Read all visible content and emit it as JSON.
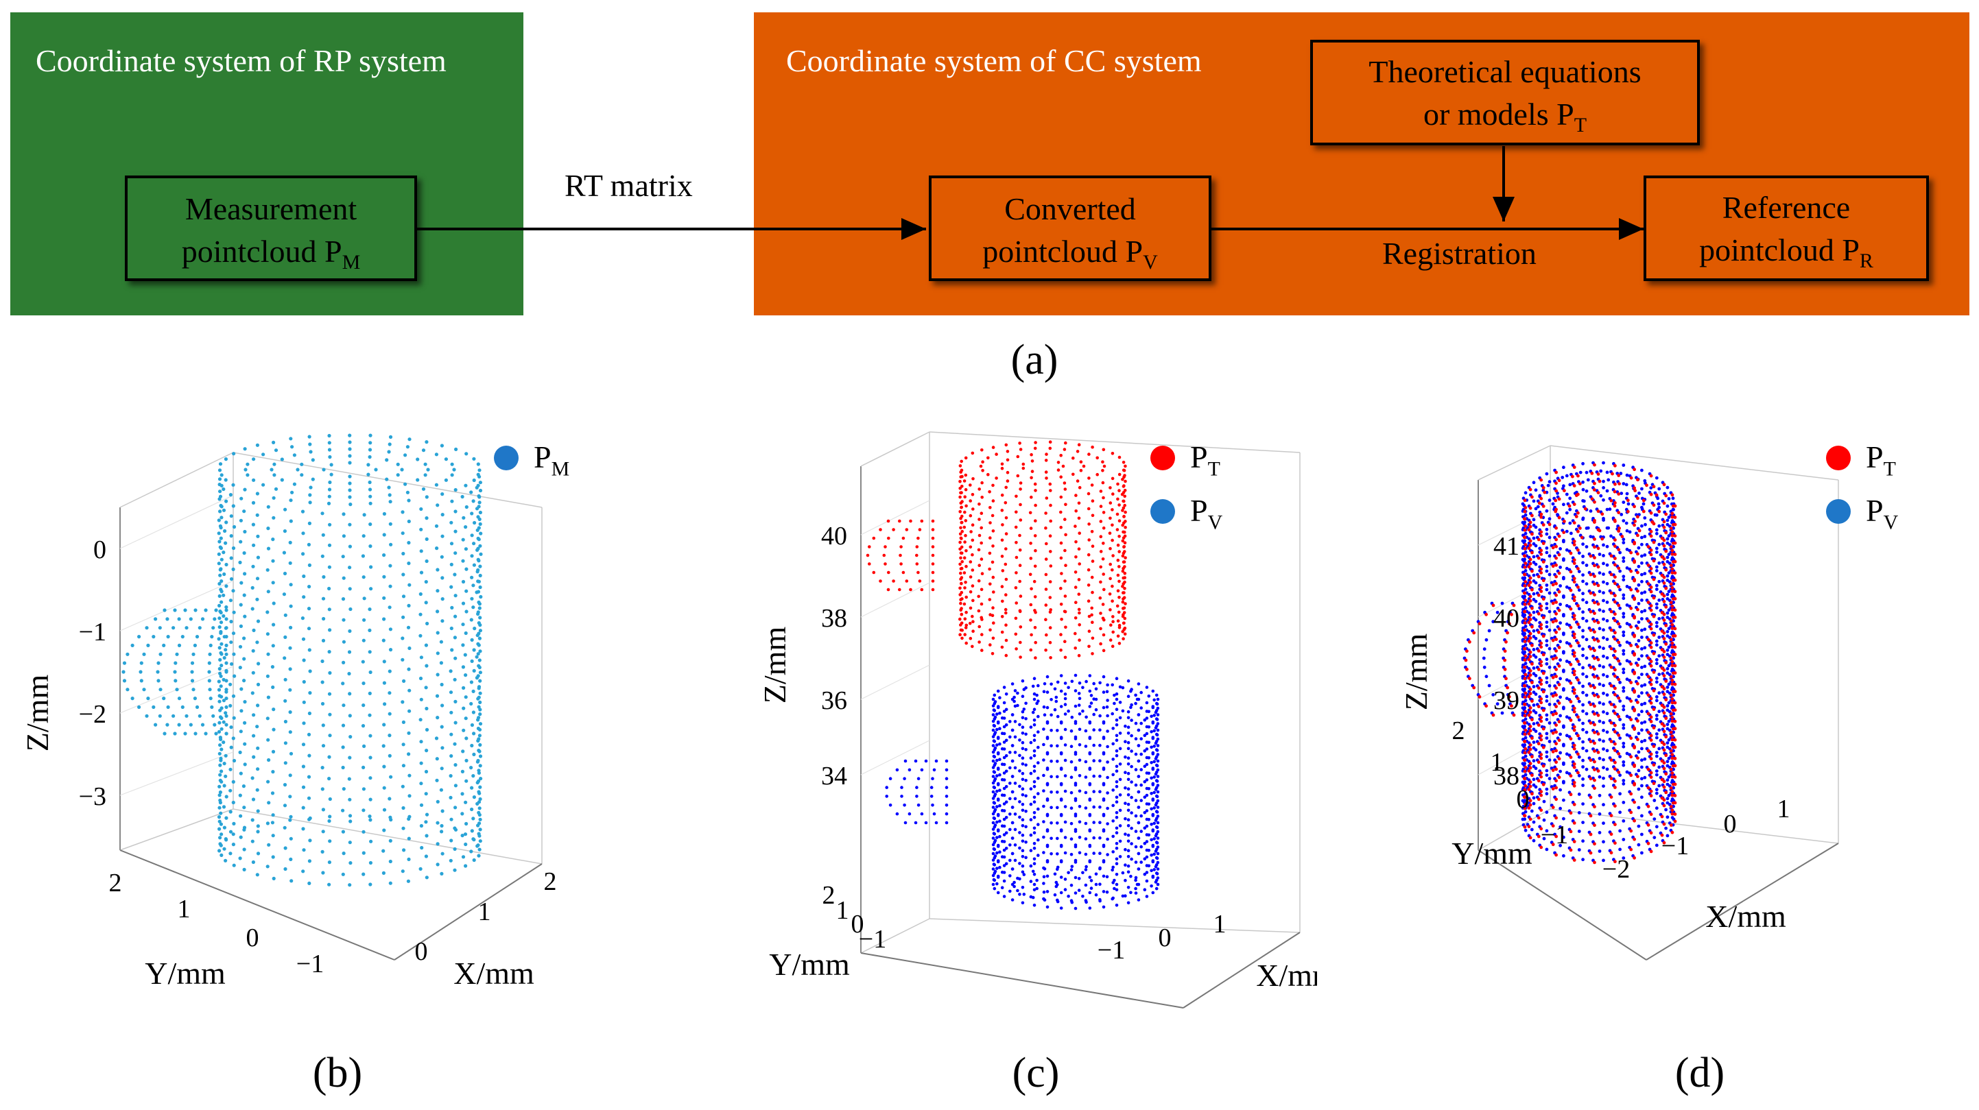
{
  "panel_a": {
    "rp_title": "Coordinate  system  of RP system",
    "cc_title": "Coordinate  system  of CC system",
    "measurement": {
      "line1": "Measurement",
      "line2": "pointcloud  P",
      "sub": "M"
    },
    "rt_label": "RT matrix",
    "converted": {
      "line1": "Converted",
      "line2": "pointcloud  P",
      "sub": "V"
    },
    "theoretical": {
      "line1": "Theoretical  equations",
      "line2": "or models P",
      "sub": "T"
    },
    "registration": "Registration",
    "reference": {
      "line1": "Reference",
      "line2": "pointcloud  P",
      "sub": "R"
    },
    "colors": {
      "rp_bg": "#2e7d32",
      "cc_bg": "#e05a00"
    }
  },
  "captions": {
    "a": "(a)",
    "b": "(b)",
    "c": "(c)",
    "d": "(d)"
  },
  "plot_b": {
    "legend": [
      {
        "name": "P",
        "sub": "M",
        "color": "#1f77c8"
      }
    ],
    "z_ticks": [
      "0",
      "−1",
      "−2",
      "−3"
    ],
    "y_ticks": [
      "2",
      "1",
      "0",
      "−1"
    ],
    "x_ticks": [
      "0",
      "1",
      "2"
    ],
    "zlabel": "Z/mm",
    "ylabel": "Y/mm",
    "xlabel": "X/mm"
  },
  "plot_c": {
    "legend": [
      {
        "name": "P",
        "sub": "T",
        "color": "#ff0000"
      },
      {
        "name": "P",
        "sub": "V",
        "color": "#1f77c8"
      }
    ],
    "z_ticks": [
      "40",
      "38",
      "36",
      "34"
    ],
    "y_ticks": [
      "2",
      "1",
      "0",
      "−1"
    ],
    "x_ticks": [
      "−1",
      "0",
      "1"
    ],
    "zlabel": "Z/mm",
    "ylabel": "Y/mm",
    "xlabel": "X/mm"
  },
  "plot_d": {
    "legend": [
      {
        "name": "P",
        "sub": "T",
        "color": "#ff0000"
      },
      {
        "name": "P",
        "sub": "V",
        "color": "#1f77c8"
      }
    ],
    "z_ticks": [
      "41",
      "40",
      "39",
      "38"
    ],
    "y_ticks": [
      "2",
      "1",
      "0",
      "−1"
    ],
    "x_ticks": [
      "−2",
      "−1",
      "0",
      "1"
    ],
    "zlabel": "Z/mm",
    "ylabel": "Y/mm",
    "xlabel": "X/mm"
  },
  "point_colors": {
    "measurement": "#29a3d6",
    "theoretical": "#ff0000",
    "converted": "#0000ff"
  }
}
